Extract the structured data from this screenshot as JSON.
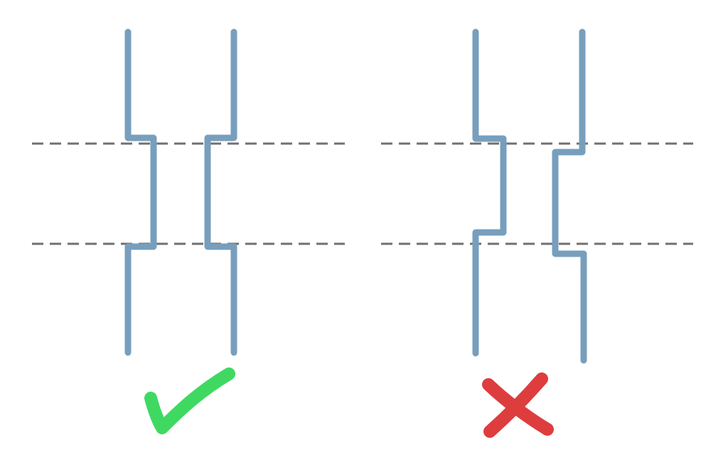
{
  "colors": {
    "guide": "#707070",
    "trace": "#779fbd",
    "good": "#3fd962",
    "bad": "#de3d3e"
  },
  "panels": [
    {
      "name": "correct-example",
      "verdict": "good",
      "mark_icon": "checkmark-icon"
    },
    {
      "name": "incorrect-example",
      "verdict": "bad",
      "mark_icon": "cross-icon"
    }
  ]
}
